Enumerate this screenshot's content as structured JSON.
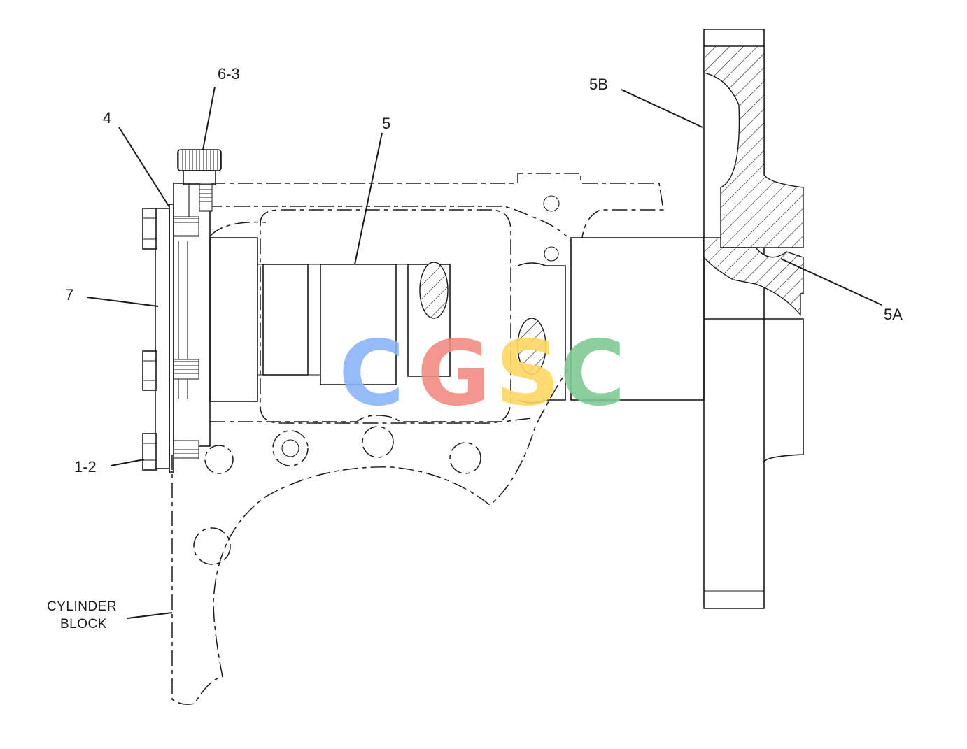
{
  "labels": {
    "part_6_3": "6-3",
    "part_4": "4",
    "part_5": "5",
    "part_5b": "5B",
    "part_5a": "5A",
    "part_7": "7",
    "part_1_2": "1-2",
    "cylinder_block_line1": "CYLINDER",
    "cylinder_block_line2": "BLOCK"
  },
  "watermark": {
    "letters": [
      "C",
      "G",
      "S",
      "C"
    ],
    "colors": [
      "#8ab4f8",
      "#f28b82",
      "#fdd663",
      "#81c995"
    ]
  }
}
